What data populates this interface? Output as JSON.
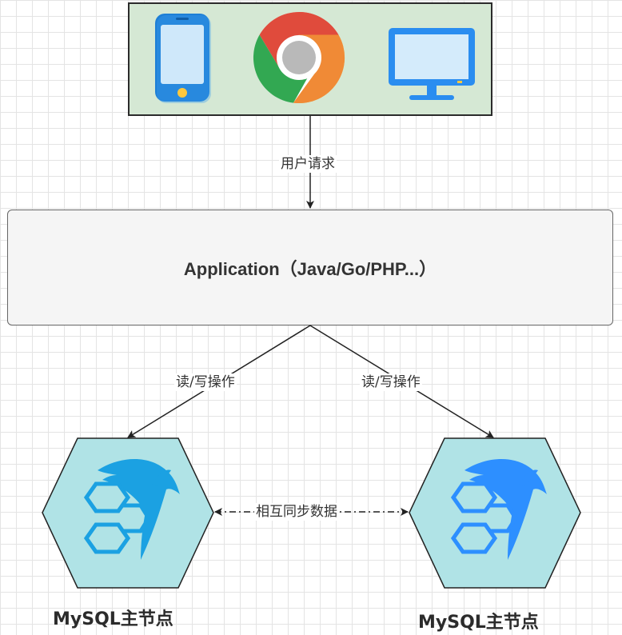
{
  "clients": {
    "icons": [
      "mobile-phone-icon",
      "chrome-browser-icon",
      "desktop-monitor-icon"
    ]
  },
  "edges": {
    "user_request": "用户请求",
    "read_write_left": "读/写操作",
    "read_write_right": "读/写操作",
    "sync": "相互同步数据"
  },
  "application": {
    "label": "Application（Java/Go/PHP...）"
  },
  "nodes": [
    {
      "label": "MySQL主节点"
    },
    {
      "label": "MySQL主节点"
    }
  ],
  "colors": {
    "clients_fill": "#d5e8d4",
    "app_fill": "#f5f5f5",
    "hex_fill": "#b0e3e6",
    "dolphin_left": "#1ba1e2",
    "dolphin_right": "#2d8fff"
  }
}
